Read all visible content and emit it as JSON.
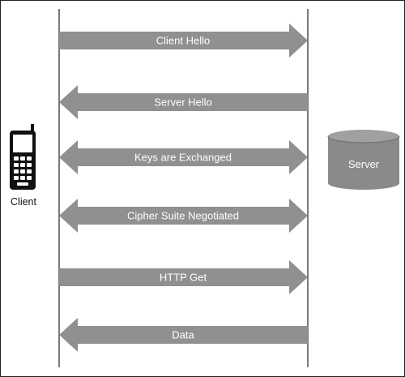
{
  "client": {
    "label": "Client"
  },
  "server": {
    "label": "Server"
  },
  "messages": [
    {
      "label": "Client Hello",
      "direction": "right"
    },
    {
      "label": "Server Hello",
      "direction": "left"
    },
    {
      "label": "Keys are Exchanged",
      "direction": "both"
    },
    {
      "label": "Cipher Suite Negotiated",
      "direction": "both"
    },
    {
      "label": "HTTP Get",
      "direction": "right"
    },
    {
      "label": "Data",
      "direction": "left"
    }
  ],
  "colors": {
    "arrow": "#909090",
    "server": "#8a8a8a",
    "phone": "#111111",
    "lifeline": "#333333"
  }
}
